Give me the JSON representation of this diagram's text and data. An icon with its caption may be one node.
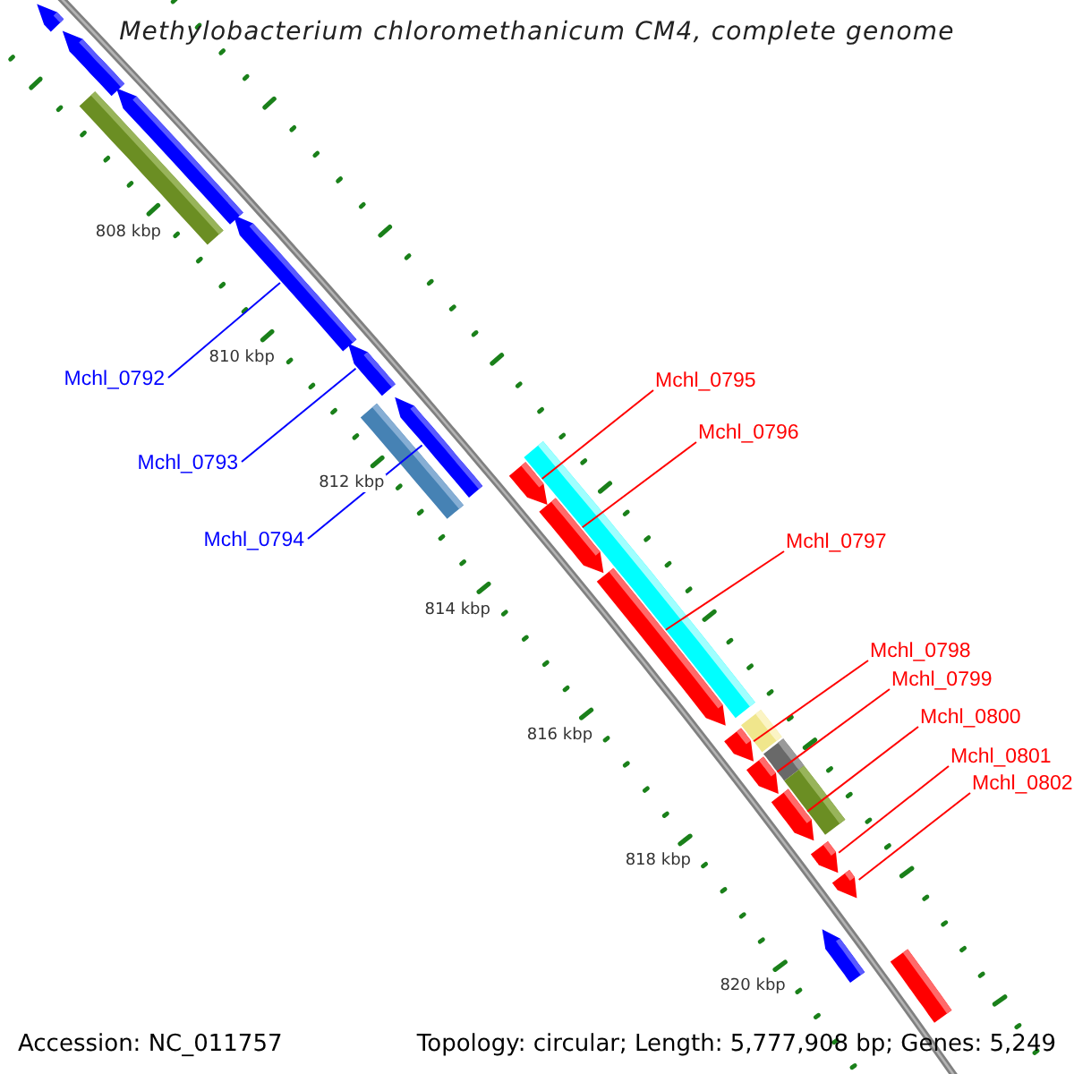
{
  "diagram": {
    "title": "Methylobacterium chloromethanicum CM4, complete genome",
    "nodes": [
      {
        "text": [
          "Mchl_0792"
        ]
      },
      {
        "text": [
          "Mchl_0793"
        ]
      },
      {
        "text": [
          "Mchl_0794"
        ]
      },
      {
        "text": [
          "Mchl_0795"
        ]
      },
      {
        "text": [
          "Mchl_0796"
        ]
      },
      {
        "text": [
          "Mchl_0797"
        ]
      },
      {
        "text": [
          "Mchl_0798"
        ]
      },
      {
        "text": [
          "Mchl_0799"
        ]
      },
      {
        "text": [
          "Mchl_0800"
        ]
      },
      {
        "text": [
          "Mchl_0801"
        ]
      },
      {
        "text": [
          "Mchl_0802"
        ]
      },
      {
        "text": [],
        "shape": "pentagon"
      },
      {
        "text": [],
        "shape": "pentagon"
      },
      {
        "text": [],
        "shape": "bar"
      },
      {
        "text": [],
        "shape": "pentagon"
      },
      {
        "text": [],
        "shape": "pentagon"
      },
      {
        "text": [],
        "shape": "pentagon"
      },
      {
        "text": [],
        "shape": "bar"
      },
      {
        "text": [],
        "shape": "pentagon"
      },
      {
        "text": [],
        "shape": "bar"
      },
      {
        "text": [],
        "shape": "pentagon"
      },
      {
        "text": [],
        "shape": "pentagon"
      },
      {
        "text": [],
        "shape": "pentagon"
      },
      {
        "text": [],
        "shape": "bar"
      },
      {
        "text": [],
        "shape": "pentagon"
      },
      {
        "text": [],
        "shape": "bar"
      },
      {
        "text": [],
        "shape": "pentagon"
      },
      {
        "text": [],
        "shape": "bar"
      },
      {
        "text": [],
        "shape": "pentagon"
      },
      {
        "text": [],
        "shape": "pentagon"
      },
      {
        "text": [],
        "shape": "pentagon"
      },
      {
        "text": [],
        "shape": "pentagon"
      },
      {
        "text": [],
        "shape": "bar"
      }
    ],
    "edges": [
      {
        "from": 0,
        "to": 15,
        "arrow": "none",
        "color": "#0000ff"
      },
      {
        "from": 1,
        "to": 16,
        "arrow": "none",
        "color": "#0000ff"
      },
      {
        "from": 2,
        "to": 18,
        "arrow": "none",
        "color": "#0000ff"
      },
      {
        "from": 3,
        "to": 20,
        "arrow": "none"
      },
      {
        "from": 4,
        "to": 21,
        "arrow": "none"
      },
      {
        "from": 5,
        "to": 22,
        "arrow": "none"
      },
      {
        "from": 6,
        "to": 24,
        "arrow": "none"
      },
      {
        "from": 7,
        "to": 26,
        "arrow": "none"
      },
      {
        "from": 8,
        "to": 28,
        "arrow": "none"
      },
      {
        "from": 9,
        "to": 29,
        "arrow": "none"
      },
      {
        "from": 10,
        "to": 30,
        "arrow": "none"
      }
    ],
    "labels": [
      "808 kbp",
      "810 kbp",
      "812 kbp",
      "814 kbp",
      "816 kbp",
      "818 kbp",
      "820 kbp",
      "Accession: NC_011757",
      "Topology: circular; Length: 5,777,908 bp; Genes: 5,249"
    ]
  }
}
